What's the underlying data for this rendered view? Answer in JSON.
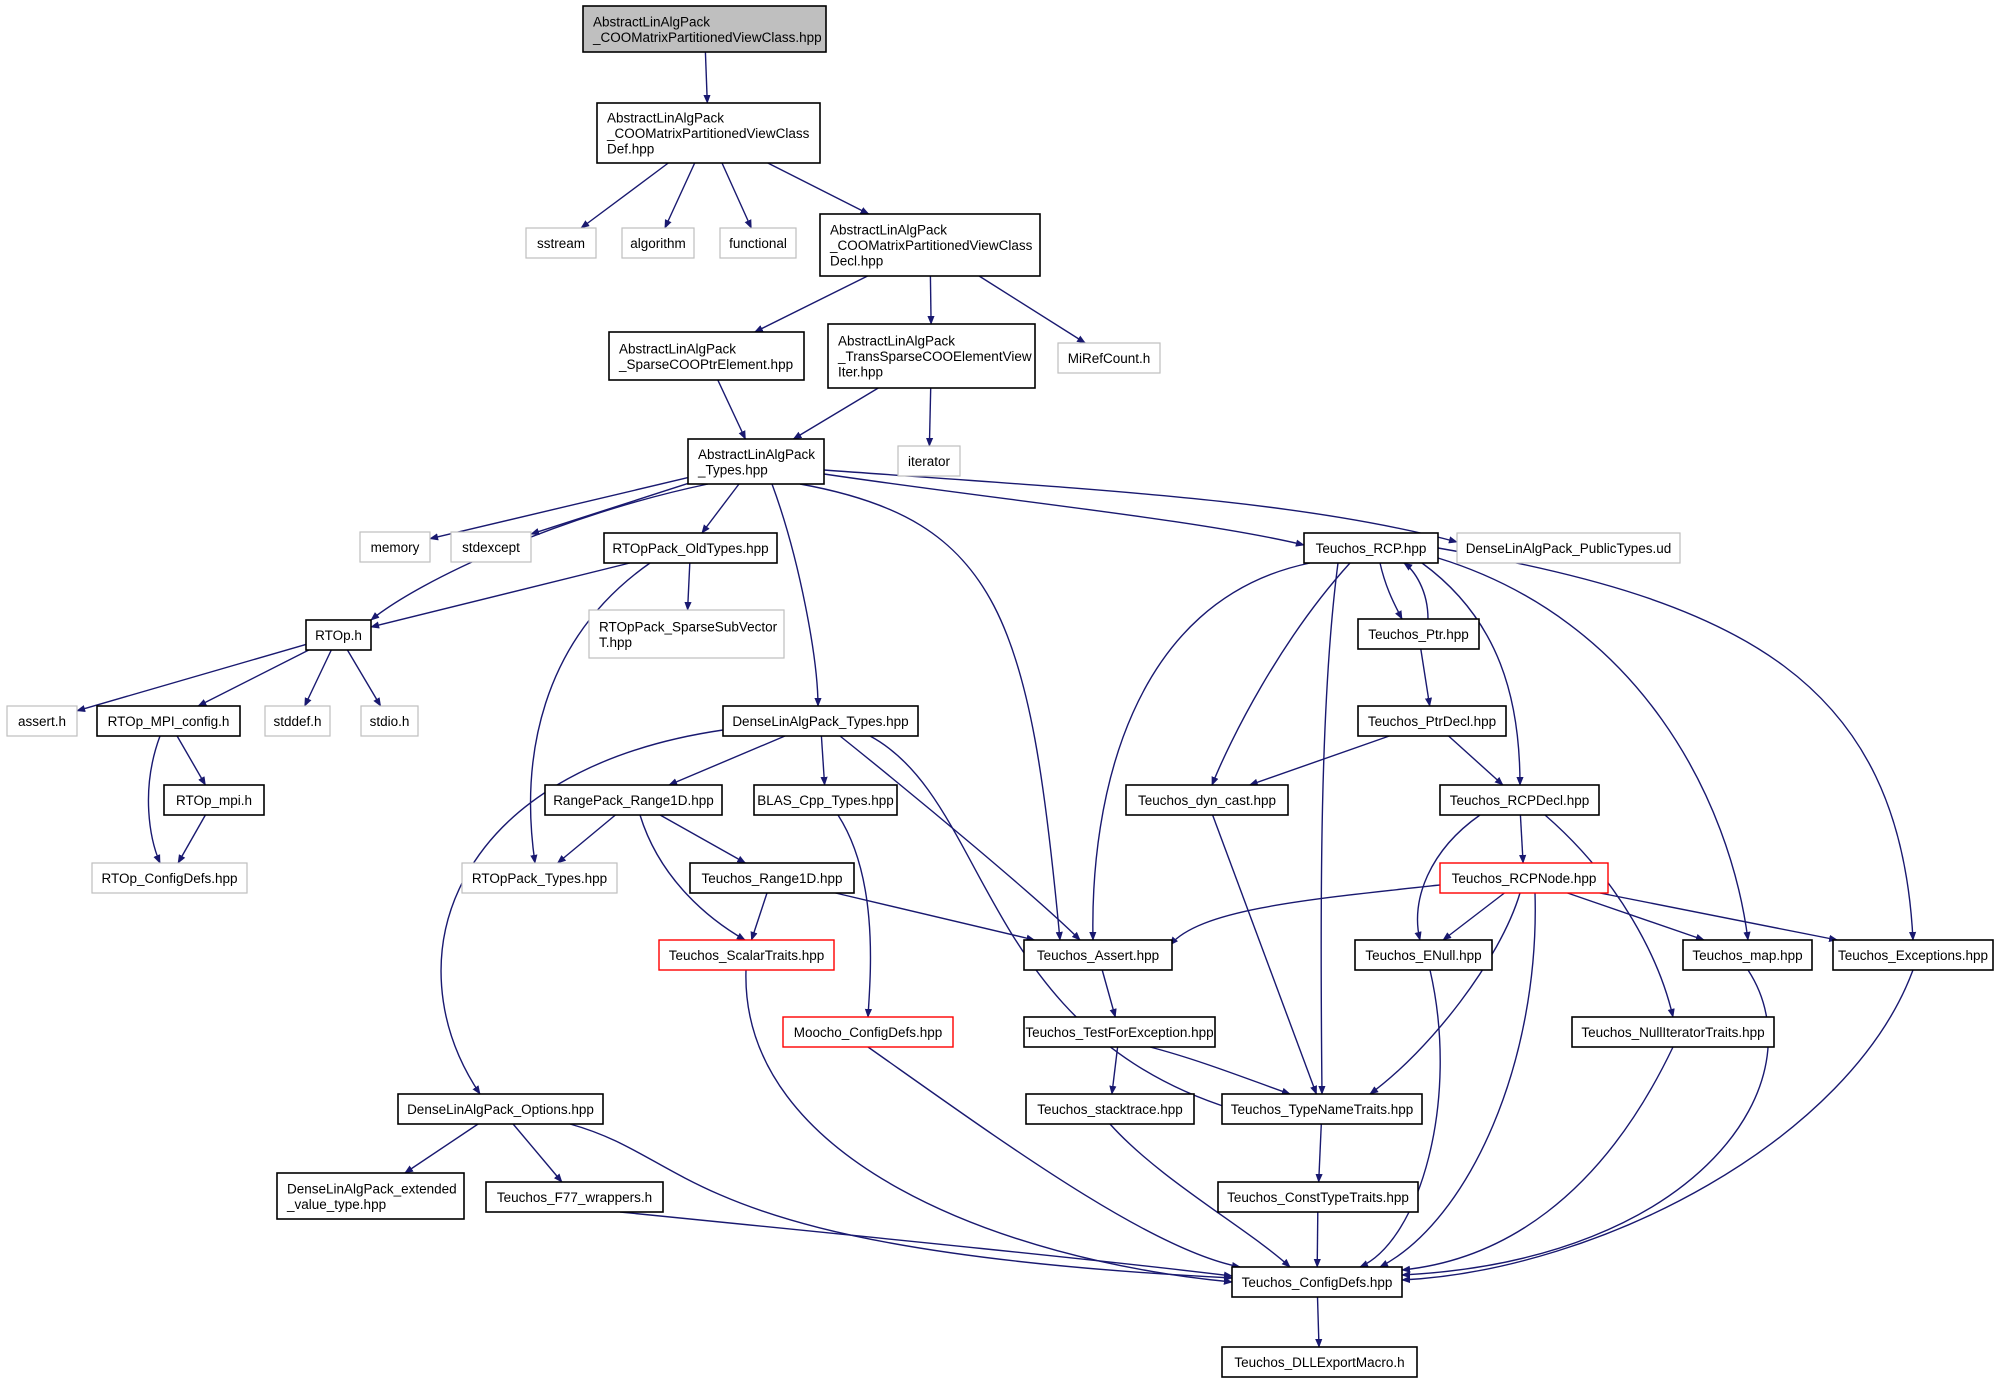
{
  "diagram": {
    "nodes": [
      {
        "id": "root",
        "lines": [
          "AbstractLinAlgPack",
          "_COOMatrixPartitionedViewClass.hpp"
        ],
        "style": "root"
      },
      {
        "id": "def",
        "lines": [
          "AbstractLinAlgPack",
          "_COOMatrixPartitionedViewClass",
          "Def.hpp"
        ],
        "style": "normal"
      },
      {
        "id": "sstream",
        "lines": [
          "sstream"
        ],
        "style": "external"
      },
      {
        "id": "algorithm",
        "lines": [
          "algorithm"
        ],
        "style": "external"
      },
      {
        "id": "functional",
        "lines": [
          "functional"
        ],
        "style": "external"
      },
      {
        "id": "decl",
        "lines": [
          "AbstractLinAlgPack",
          "_COOMatrixPartitionedViewClass",
          "Decl.hpp"
        ],
        "style": "normal"
      },
      {
        "id": "sparsecooptr",
        "lines": [
          "AbstractLinAlgPack",
          "_SparseCOOPtrElement.hpp"
        ],
        "style": "normal"
      },
      {
        "id": "transsparse",
        "lines": [
          "AbstractLinAlgPack",
          "_TransSparseCOOElementView",
          "Iter.hpp"
        ],
        "style": "normal"
      },
      {
        "id": "mirefcount",
        "lines": [
          "MiRefCount.h"
        ],
        "style": "external"
      },
      {
        "id": "types",
        "lines": [
          "AbstractLinAlgPack",
          "_Types.hpp"
        ],
        "style": "normal"
      },
      {
        "id": "iterator",
        "lines": [
          "iterator"
        ],
        "style": "external"
      },
      {
        "id": "memory",
        "lines": [
          "memory"
        ],
        "style": "external"
      },
      {
        "id": "stdexcept",
        "lines": [
          "stdexcept"
        ],
        "style": "external"
      },
      {
        "id": "rtoppack_old",
        "lines": [
          "RTOpPack_OldTypes.hpp"
        ],
        "style": "normal"
      },
      {
        "id": "teuchos_rcp",
        "lines": [
          "Teuchos_RCP.hpp"
        ],
        "style": "normal"
      },
      {
        "id": "dla_public",
        "lines": [
          "DenseLinAlgPack_PublicTypes.ud"
        ],
        "style": "external"
      },
      {
        "id": "rtop_h",
        "lines": [
          "RTOp.h"
        ],
        "style": "normal"
      },
      {
        "id": "rtoppack_sparsesub",
        "lines": [
          "RTOpPack_SparseSubVector",
          "T.hpp"
        ],
        "style": "external"
      },
      {
        "id": "teuchos_ptr",
        "lines": [
          "Teuchos_Ptr.hpp"
        ],
        "style": "normal"
      },
      {
        "id": "assert_h",
        "lines": [
          "assert.h"
        ],
        "style": "external"
      },
      {
        "id": "rtop_mpi_config",
        "lines": [
          "RTOp_MPI_config.h"
        ],
        "style": "normal"
      },
      {
        "id": "stddef",
        "lines": [
          "stddef.h"
        ],
        "style": "external"
      },
      {
        "id": "stdio",
        "lines": [
          "stdio.h"
        ],
        "style": "external"
      },
      {
        "id": "dla_types",
        "lines": [
          "DenseLinAlgPack_Types.hpp"
        ],
        "style": "normal"
      },
      {
        "id": "teuchos_ptrdecl",
        "lines": [
          "Teuchos_PtrDecl.hpp"
        ],
        "style": "normal"
      },
      {
        "id": "rtop_mpi",
        "lines": [
          "RTOp_mpi.h"
        ],
        "style": "normal"
      },
      {
        "id": "rangepack",
        "lines": [
          "RangePack_Range1D.hpp"
        ],
        "style": "normal"
      },
      {
        "id": "blas",
        "lines": [
          "BLAS_Cpp_Types.hpp"
        ],
        "style": "normal"
      },
      {
        "id": "dyn_cast",
        "lines": [
          "Teuchos_dyn_cast.hpp"
        ],
        "style": "normal"
      },
      {
        "id": "rcpdecl",
        "lines": [
          "Teuchos_RCPDecl.hpp"
        ],
        "style": "normal"
      },
      {
        "id": "rtop_configdefs",
        "lines": [
          "RTOp_ConfigDefs.hpp"
        ],
        "style": "external"
      },
      {
        "id": "rtoppack_types",
        "lines": [
          "RTOpPack_Types.hpp"
        ],
        "style": "external"
      },
      {
        "id": "teuchos_range1d",
        "lines": [
          "Teuchos_Range1D.hpp"
        ],
        "style": "normal"
      },
      {
        "id": "rcpnode",
        "lines": [
          "Teuchos_RCPNode.hpp"
        ],
        "style": "red"
      },
      {
        "id": "scalartraits",
        "lines": [
          "Teuchos_ScalarTraits.hpp"
        ],
        "style": "red"
      },
      {
        "id": "teuchos_assert",
        "lines": [
          "Teuchos_Assert.hpp"
        ],
        "style": "normal"
      },
      {
        "id": "enull",
        "lines": [
          "Teuchos_ENull.hpp"
        ],
        "style": "normal"
      },
      {
        "id": "teuchos_map",
        "lines": [
          "Teuchos_map.hpp"
        ],
        "style": "normal"
      },
      {
        "id": "exceptions",
        "lines": [
          "Teuchos_Exceptions.hpp"
        ],
        "style": "normal"
      },
      {
        "id": "moocho_config",
        "lines": [
          "Moocho_ConfigDefs.hpp"
        ],
        "style": "red"
      },
      {
        "id": "testforexception",
        "lines": [
          "Teuchos_TestForException.hpp"
        ],
        "style": "normal"
      },
      {
        "id": "nulliter",
        "lines": [
          "Teuchos_NullIteratorTraits.hpp"
        ],
        "style": "normal"
      },
      {
        "id": "dla_options",
        "lines": [
          "DenseLinAlgPack_Options.hpp"
        ],
        "style": "normal"
      },
      {
        "id": "stacktrace",
        "lines": [
          "Teuchos_stacktrace.hpp"
        ],
        "style": "normal"
      },
      {
        "id": "typenametraits",
        "lines": [
          "Teuchos_TypeNameTraits.hpp"
        ],
        "style": "normal"
      },
      {
        "id": "dla_extended",
        "lines": [
          "DenseLinAlgPack_extended",
          "_value_type.hpp"
        ],
        "style": "normal"
      },
      {
        "id": "f77",
        "lines": [
          "Teuchos_F77_wrappers.h"
        ],
        "style": "normal"
      },
      {
        "id": "consttypetraits",
        "lines": [
          "Teuchos_ConstTypeTraits.hpp"
        ],
        "style": "normal"
      },
      {
        "id": "teuchos_configdefs",
        "lines": [
          "Teuchos_ConfigDefs.hpp"
        ],
        "style": "normal"
      },
      {
        "id": "dllexport",
        "lines": [
          "Teuchos_DLLExportMacro.h"
        ],
        "style": "normal"
      }
    ],
    "edges": [
      [
        "root",
        "def"
      ],
      [
        "def",
        "sstream"
      ],
      [
        "def",
        "algorithm"
      ],
      [
        "def",
        "functional"
      ],
      [
        "def",
        "decl"
      ],
      [
        "decl",
        "sparsecooptr"
      ],
      [
        "decl",
        "transsparse"
      ],
      [
        "decl",
        "mirefcount"
      ],
      [
        "sparsecooptr",
        "types"
      ],
      [
        "transsparse",
        "types"
      ],
      [
        "transsparse",
        "iterator"
      ],
      [
        "types",
        "memory"
      ],
      [
        "types",
        "stdexcept"
      ],
      [
        "types",
        "rtoppack_old"
      ],
      [
        "types",
        "rtop_h"
      ],
      [
        "types",
        "dla_types"
      ],
      [
        "types",
        "teuchos_assert"
      ],
      [
        "types",
        "teuchos_rcp"
      ],
      [
        "types",
        "dla_public"
      ],
      [
        "rtoppack_old",
        "rtop_h"
      ],
      [
        "rtoppack_old",
        "rtoppack_sparsesub"
      ],
      [
        "rtoppack_old",
        "rtoppack_types"
      ],
      [
        "rtop_h",
        "assert_h"
      ],
      [
        "rtop_h",
        "rtop_mpi_config"
      ],
      [
        "rtop_h",
        "stddef"
      ],
      [
        "rtop_h",
        "stdio"
      ],
      [
        "rtop_mpi_config",
        "rtop_mpi"
      ],
      [
        "rtop_mpi_config",
        "rtop_configdefs"
      ],
      [
        "rtop_mpi",
        "rtop_configdefs"
      ],
      [
        "dla_types",
        "rangepack"
      ],
      [
        "dla_types",
        "blas"
      ],
      [
        "dla_types",
        "dla_options"
      ],
      [
        "dla_types",
        "teuchos_assert"
      ],
      [
        "dla_types",
        "typenametraits"
      ],
      [
        "rangepack",
        "rtoppack_types"
      ],
      [
        "rangepack",
        "teuchos_range1d"
      ],
      [
        "rangepack",
        "scalartraits"
      ],
      [
        "teuchos_range1d",
        "scalartraits"
      ],
      [
        "teuchos_range1d",
        "teuchos_assert"
      ],
      [
        "blas",
        "moocho_config"
      ],
      [
        "teuchos_rcp",
        "teuchos_ptr"
      ],
      [
        "teuchos_ptr",
        "teuchos_rcp"
      ],
      [
        "teuchos_rcp",
        "teuchos_assert"
      ],
      [
        "teuchos_rcp",
        "dyn_cast"
      ],
      [
        "teuchos_rcp",
        "typenametraits"
      ],
      [
        "teuchos_rcp",
        "rcpdecl"
      ],
      [
        "teuchos_rcp",
        "teuchos_map"
      ],
      [
        "teuchos_rcp",
        "exceptions"
      ],
      [
        "teuchos_ptr",
        "teuchos_ptrdecl"
      ],
      [
        "teuchos_ptrdecl",
        "dyn_cast"
      ],
      [
        "teuchos_ptrdecl",
        "rcpdecl"
      ],
      [
        "dyn_cast",
        "typenametraits"
      ],
      [
        "rcpdecl",
        "rcpnode"
      ],
      [
        "rcpdecl",
        "enull"
      ],
      [
        "rcpdecl",
        "nulliter"
      ],
      [
        "rcpnode",
        "teuchos_assert"
      ],
      [
        "rcpnode",
        "enull"
      ],
      [
        "rcpnode",
        "teuchos_map"
      ],
      [
        "rcpnode",
        "exceptions"
      ],
      [
        "rcpnode",
        "typenametraits"
      ],
      [
        "rcpnode",
        "teuchos_configdefs"
      ],
      [
        "teuchos_assert",
        "testforexception"
      ],
      [
        "testforexception",
        "stacktrace"
      ],
      [
        "testforexception",
        "typenametraits"
      ],
      [
        "typenametraits",
        "consttypetraits"
      ],
      [
        "consttypetraits",
        "teuchos_configdefs"
      ],
      [
        "stacktrace",
        "teuchos_configdefs"
      ],
      [
        "enull",
        "teuchos_configdefs"
      ],
      [
        "teuchos_map",
        "teuchos_configdefs"
      ],
      [
        "exceptions",
        "teuchos_configdefs"
      ],
      [
        "nulliter",
        "teuchos_configdefs"
      ],
      [
        "scalartraits",
        "teuchos_configdefs"
      ],
      [
        "moocho_config",
        "teuchos_configdefs"
      ],
      [
        "dla_options",
        "dla_extended"
      ],
      [
        "dla_options",
        "f77"
      ],
      [
        "dla_options",
        "teuchos_configdefs"
      ],
      [
        "f77",
        "teuchos_configdefs"
      ],
      [
        "teuchos_configdefs",
        "dllexport"
      ]
    ],
    "colors": {
      "edge": "#191970",
      "normal_border": "#000000",
      "external_border": "#bfbfbf",
      "red_border": "#ff0000",
      "root_fill": "#bfbfbf",
      "text": "#000000",
      "external_text": "#000000"
    }
  }
}
